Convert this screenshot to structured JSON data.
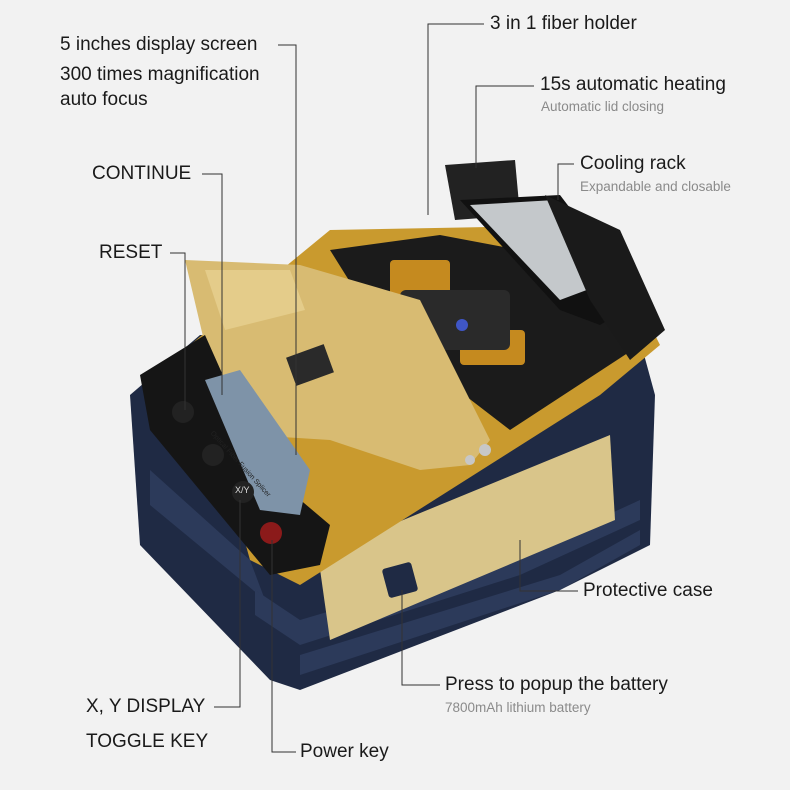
{
  "callouts": {
    "display": {
      "line1": "5 inches display screen",
      "line2": "300 times magnification",
      "line3": "auto focus"
    },
    "continue": "CONTINUE",
    "reset": "RESET",
    "xy_toggle": {
      "line1": "X, Y DISPLAY",
      "line2": "TOGGLE KEY"
    },
    "power_key": "Power key",
    "fiber_holder": "3 in 1 fiber holder",
    "heating": {
      "title": "15s automatic heating",
      "sub": "Automatic lid closing"
    },
    "cooling": {
      "title": "Cooling rack",
      "sub": "Expandable and closable"
    },
    "protective_case": "Protective case",
    "battery": {
      "title": "Press to popup the battery",
      "sub": "7800mAh lithium battery"
    }
  },
  "device": {
    "screen_text": "Optical Fiber Fusion Splicer",
    "button_xy_label": "X/Y"
  },
  "colors": {
    "background": "#f2f2f2",
    "gold": "#d4a94a",
    "navy": "#1f2a44",
    "dark": "#151515",
    "power_red": "#c62828"
  },
  "icons": [
    "reset-icon",
    "continue-icon",
    "power-icon"
  ]
}
